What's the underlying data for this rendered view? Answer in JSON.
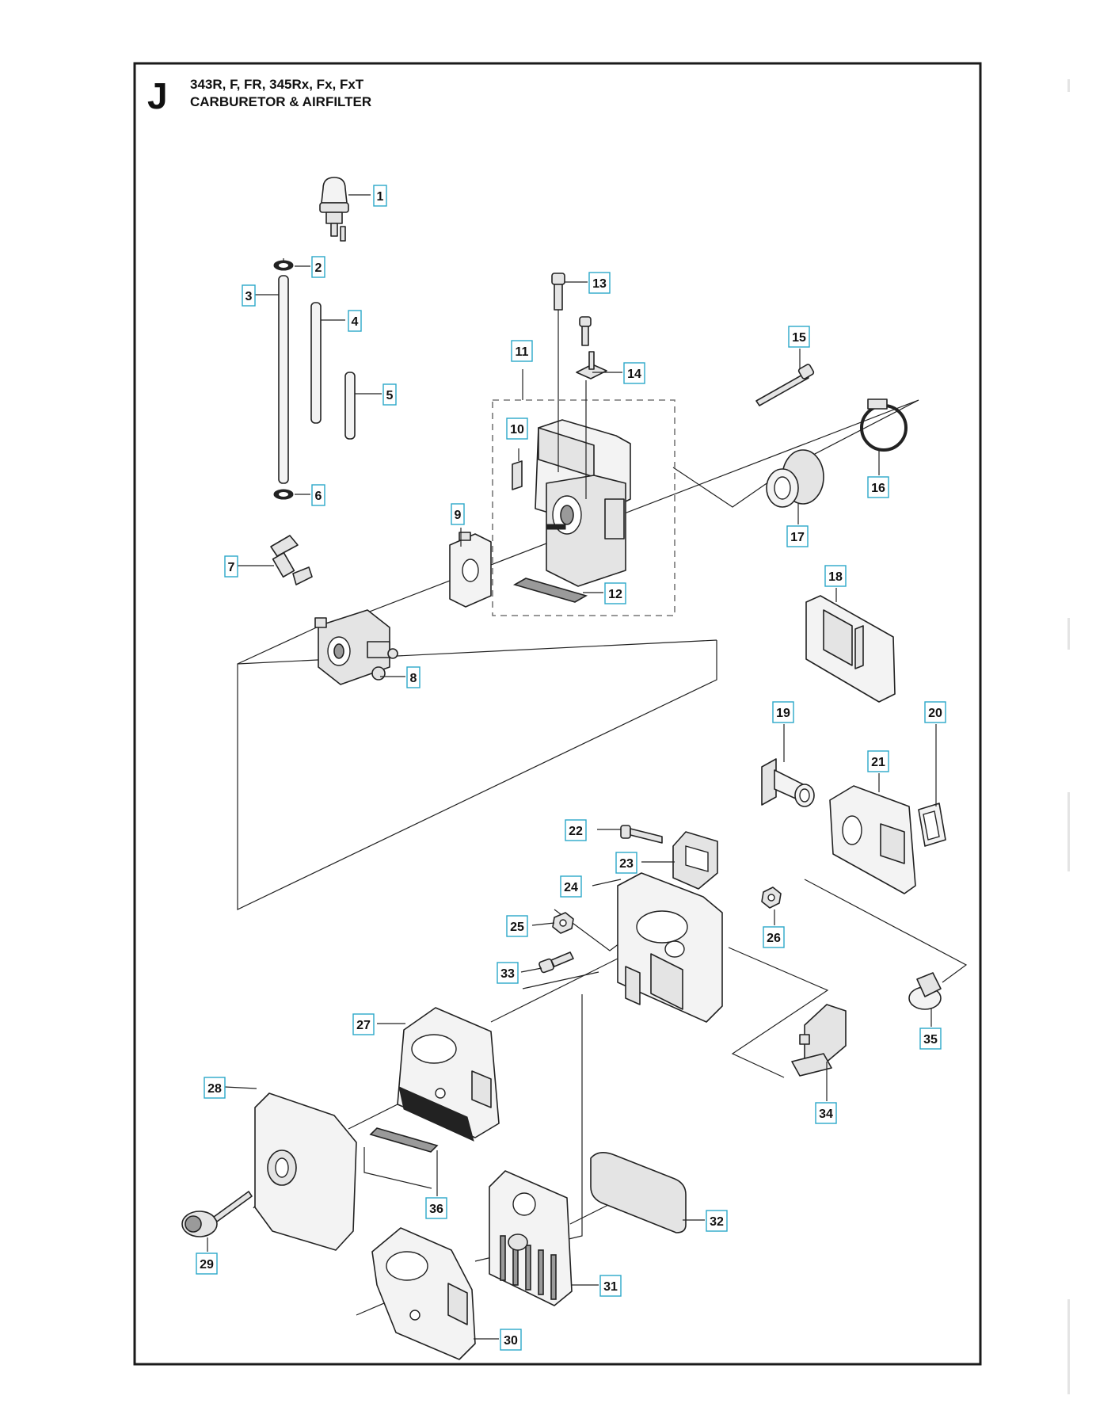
{
  "section": {
    "letter": "J",
    "models": "343R, F, FR, 345Rx, Fx, FxT",
    "title": "CARBURETOR & AIRFILTER"
  },
  "callouts": [
    {
      "id": "1",
      "label": "1"
    },
    {
      "id": "2",
      "label": "2"
    },
    {
      "id": "3",
      "label": "3"
    },
    {
      "id": "4",
      "label": "4"
    },
    {
      "id": "5",
      "label": "5"
    },
    {
      "id": "6",
      "label": "6"
    },
    {
      "id": "7",
      "label": "7"
    },
    {
      "id": "8",
      "label": "8"
    },
    {
      "id": "9",
      "label": "9"
    },
    {
      "id": "10",
      "label": "10"
    },
    {
      "id": "11",
      "label": "11"
    },
    {
      "id": "12",
      "label": "12"
    },
    {
      "id": "13",
      "label": "13"
    },
    {
      "id": "14",
      "label": "14"
    },
    {
      "id": "15",
      "label": "15"
    },
    {
      "id": "16",
      "label": "16"
    },
    {
      "id": "17",
      "label": "17"
    },
    {
      "id": "18",
      "label": "18"
    },
    {
      "id": "19",
      "label": "19"
    },
    {
      "id": "20",
      "label": "20"
    },
    {
      "id": "21",
      "label": "21"
    },
    {
      "id": "22",
      "label": "22"
    },
    {
      "id": "23",
      "label": "23"
    },
    {
      "id": "24",
      "label": "24"
    },
    {
      "id": "25",
      "label": "25"
    },
    {
      "id": "26",
      "label": "26"
    },
    {
      "id": "27",
      "label": "27"
    },
    {
      "id": "28",
      "label": "28"
    },
    {
      "id": "29",
      "label": "29"
    },
    {
      "id": "30",
      "label": "30"
    },
    {
      "id": "31",
      "label": "31"
    },
    {
      "id": "32",
      "label": "32"
    },
    {
      "id": "33",
      "label": "33"
    },
    {
      "id": "34",
      "label": "34"
    },
    {
      "id": "35",
      "label": "35"
    },
    {
      "id": "36",
      "label": "36"
    }
  ],
  "colors": {
    "callout_border": "#2aa7c9",
    "line": "#222222",
    "part_fill": "#e4e4e4"
  }
}
